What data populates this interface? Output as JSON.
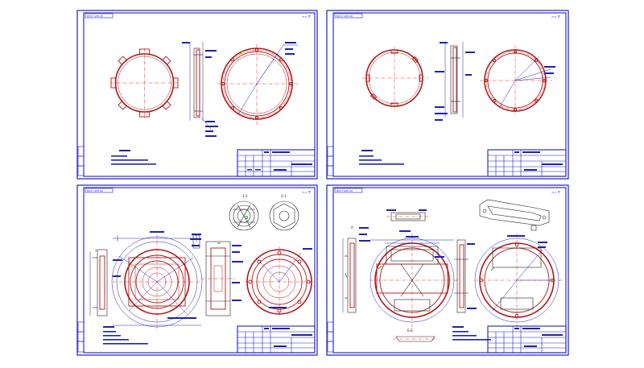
{
  "colors": {
    "frame": "#1d1dcc",
    "geometry": "#b01818",
    "center": "#ff0000",
    "dimension": "#2020b0",
    "accent_yellow": "#e8c800",
    "accent_green": "#22aa22",
    "background": "#ffffff"
  },
  "sheets": [
    {
      "id": "sheet-1",
      "stamp": "ВОЗ  ГАПР-00",
      "corner_mark": "≈≈ ∇",
      "labels": []
    },
    {
      "id": "sheet-2",
      "stamp": "ВОЗ  ГАПР-00",
      "corner_mark": "≈≈ ∇",
      "labels": []
    },
    {
      "id": "sheet-3",
      "stamp": "ВОЗ  ГАПР-00",
      "corner_mark": "≈≈ ∇",
      "labels": [
        "1-2",
        "2-1"
      ]
    },
    {
      "id": "sheet-4",
      "stamp": "ВОЗ  ГАПР-00",
      "corner_mark": "≈≈ ∇",
      "labels": [
        "А",
        "Б-Б"
      ]
    }
  ]
}
